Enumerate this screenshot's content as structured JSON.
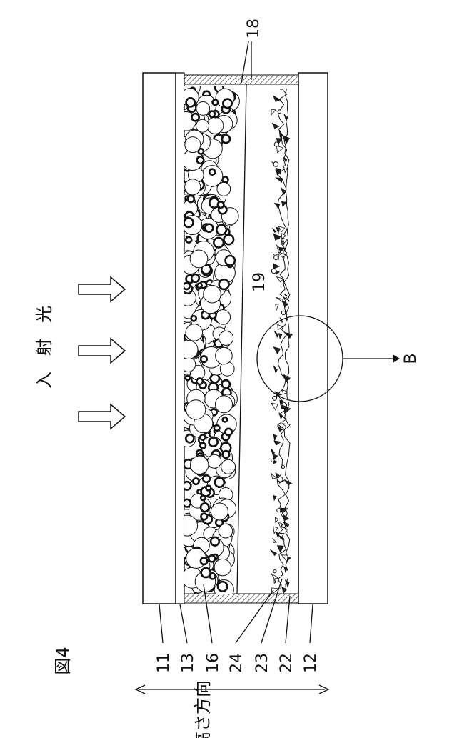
{
  "figure_label": "図4",
  "incident_light_label": "入射光",
  "height_direction_label": "高さ方向",
  "detail_label": "B",
  "label_19": "19",
  "ref_labels": [
    {
      "id": "ref-11",
      "text": "11"
    },
    {
      "id": "ref-13",
      "text": "13"
    },
    {
      "id": "ref-16",
      "text": "16"
    },
    {
      "id": "ref-24",
      "text": "24"
    },
    {
      "id": "ref-23",
      "text": "23"
    },
    {
      "id": "ref-22",
      "text": "22"
    },
    {
      "id": "ref-12",
      "text": "12"
    },
    {
      "id": "ref-18",
      "text": "18"
    }
  ]
}
